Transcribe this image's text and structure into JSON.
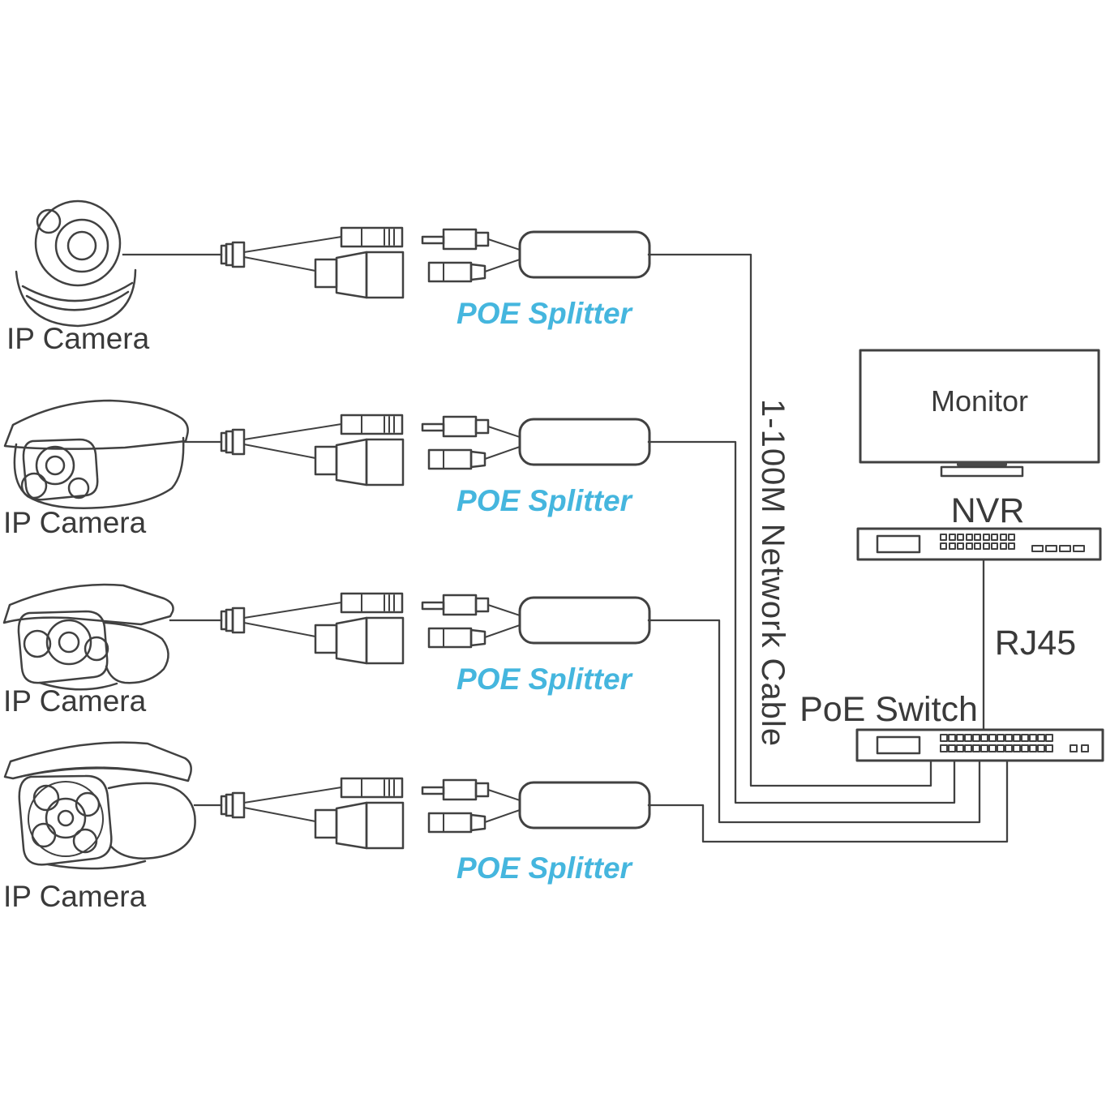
{
  "rows": [
    {
      "camera_label": "IP Camera",
      "splitter_label": "POE Splitter"
    },
    {
      "camera_label": "IP Camera",
      "splitter_label": "POE Splitter"
    },
    {
      "camera_label": "IP Camera",
      "splitter_label": "POE Splitter"
    },
    {
      "camera_label": "IP Camera",
      "splitter_label": "POE Splitter"
    }
  ],
  "backbone": {
    "cable_label": "1-100M Network Cable"
  },
  "devices": {
    "monitor": {
      "label": "Monitor"
    },
    "nvr": {
      "label": "NVR"
    },
    "poe_switch": {
      "label": "PoE Switch"
    },
    "uplink": {
      "label": "RJ45"
    }
  },
  "colors": {
    "line": "#414141",
    "accent_text": "#45b6de",
    "label_text": "#3a3a3a",
    "background": "#ffffff"
  }
}
